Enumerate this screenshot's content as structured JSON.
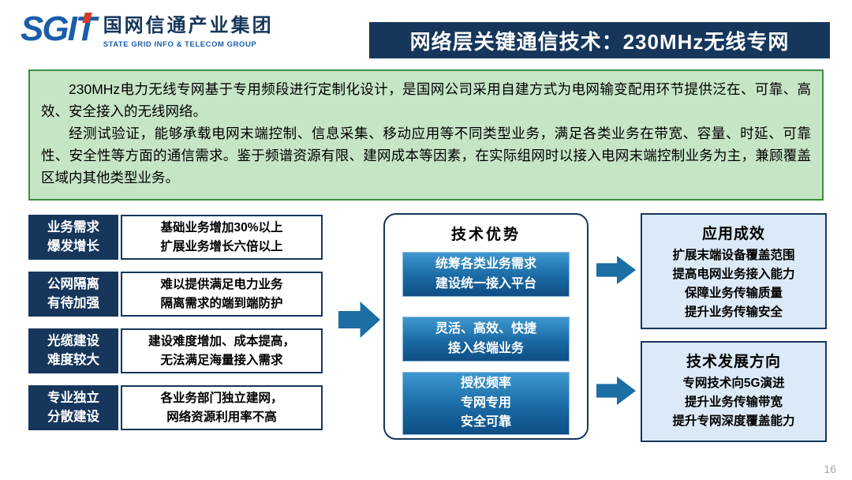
{
  "header": {
    "logo_text": "SGIT",
    "company_cn": "国网信通产业集团",
    "company_en": "STATE GRID INFO & TELECOM GROUP",
    "title": "网络层关键通信技术：230MHz无线专网"
  },
  "summary": {
    "para1": "230MHz电力无线专网基于专用频段进行定制化设计，是国网公司采用自建方式为电网输变配用环节提供泛在、可靠、高效、安全接入的无线网络。",
    "para2": "经测试验证，能够承载电网末端控制、信息采集、移动应用等不同类型业务，满足各类业务在带宽、容量、时延、可靠性、安全性等方面的通信需求。鉴于频谱资源有限、建网成本等因素，在实际组网时以接入电网末端控制业务为主，兼顾覆盖区域内其他类型业务。"
  },
  "challenges": [
    {
      "label": "业务需求\n爆发增长",
      "desc": "基础业务增加30%以上\n扩展业务增长六倍以上"
    },
    {
      "label": "公网隔离\n有待加强",
      "desc": "难以提供满足电力业务\n隔离需求的端到端防护"
    },
    {
      "label": "光缆建设\n难度较大",
      "desc": "建设难度增加、成本提高，\n无法满足海量接入需求"
    },
    {
      "label": "专业独立\n分散建设",
      "desc": "各业务部门独立建网，\n网络资源利用率不高"
    }
  ],
  "advantages": {
    "title": "技术优势",
    "items": [
      {
        "text": "统筹各类业务需求\n建设统一接入平台"
      },
      {
        "text": "灵活、高效、快捷\n接入终端业务"
      },
      {
        "text": "授权频率\n专网专用\n安全可靠"
      }
    ]
  },
  "results": [
    {
      "title": "应用成效",
      "body": "扩展末端设备覆盖范围\n提高电网业务接入能力\n保障业务传输质量\n提升业务传输安全"
    },
    {
      "title": "技术发展方向",
      "body": "专网技术向5G演进\n提升业务传输带宽\n提升专网深度覆盖能力"
    }
  ],
  "footer": {
    "page_number": "16"
  },
  "colors": {
    "navy": "#16365C",
    "arrow_blue": "#1C6EA4",
    "summary_bg": "#C6E5C6",
    "summary_border": "#3E8E41",
    "result_bg": "#DCE9F6",
    "advantage_gradient_top": "#3E98CE",
    "advantage_gradient_bottom": "#0F4E84",
    "logo_blue": "#1A5DA8",
    "logo_red": "#D43A2A"
  }
}
